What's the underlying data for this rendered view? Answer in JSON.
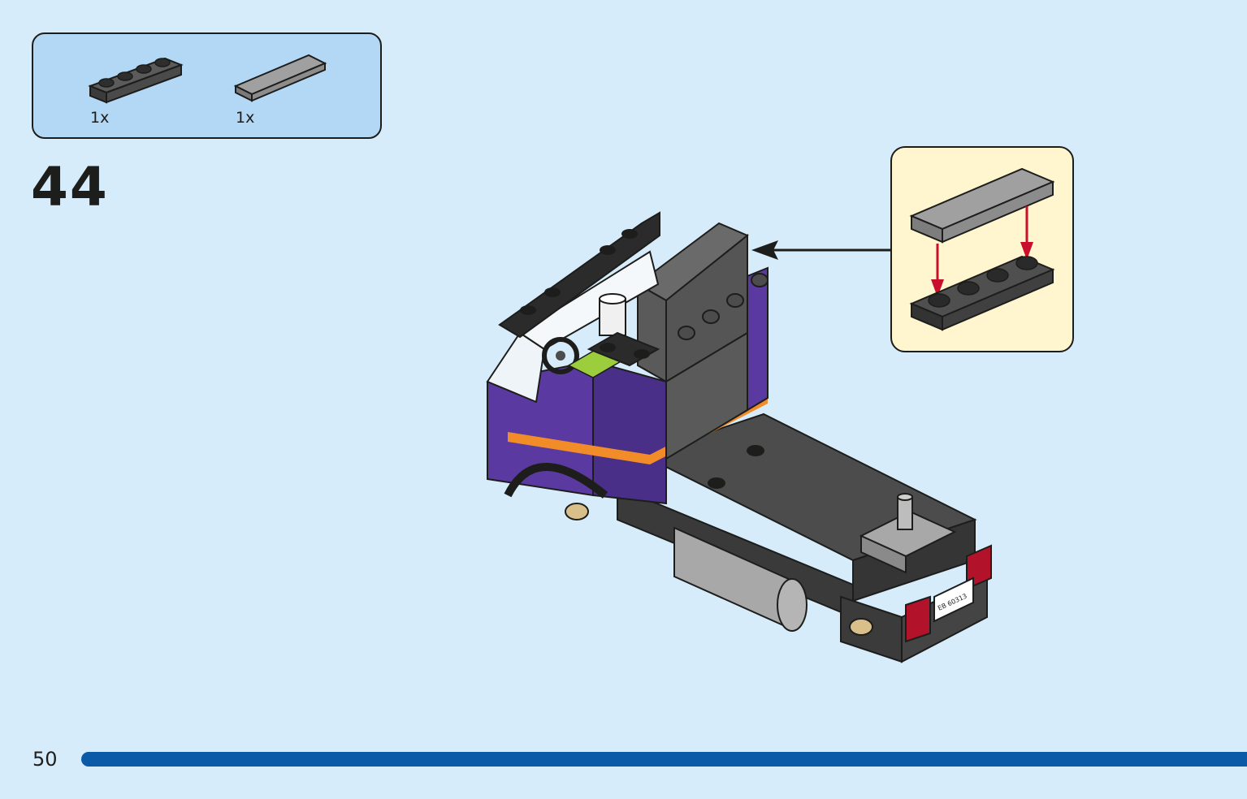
{
  "parts_list": {
    "items": [
      {
        "name": "plate-1x4-dark-grey",
        "qty": "1x",
        "color": "#5b5b5b"
      },
      {
        "name": "tile-1x4-light-grey",
        "qty": "1x",
        "color": "#a0a0a0"
      }
    ]
  },
  "step": {
    "number": "44"
  },
  "model": {
    "license_plate": "EB 60313",
    "colors": {
      "purple": "#5a3aa0",
      "orange": "#f28c28",
      "dark_grey": "#4c4c4c",
      "light_grey": "#a8a8a8",
      "lime": "#9ccd3c",
      "red": "#c8102e",
      "black": "#1d1d1b"
    }
  },
  "footer": {
    "page_number": "50"
  }
}
